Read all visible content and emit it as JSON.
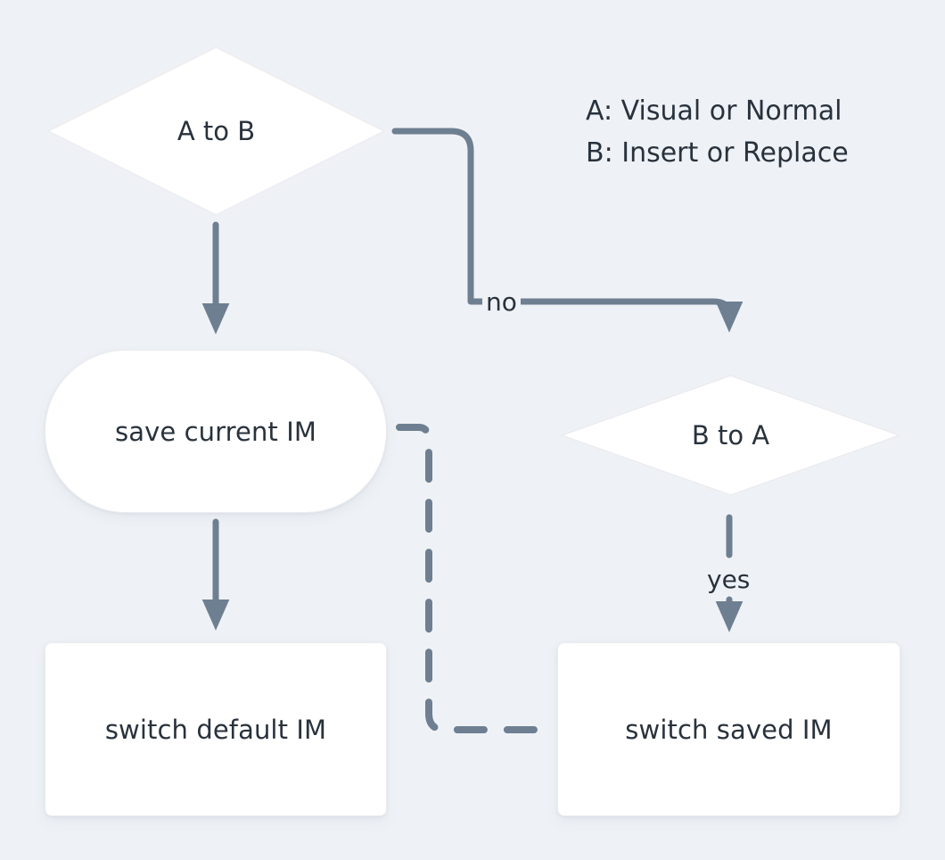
{
  "diagram": {
    "type": "flowchart",
    "background_color": "#eef2f6",
    "node_fill_color": "#ffffff",
    "text_color": "#29323c",
    "edge_color": "#6e7f91",
    "nodes": [
      {
        "id": "a-to-b",
        "label": "A to B",
        "shape": "diamond"
      },
      {
        "id": "save-current-im",
        "label": "save current IM",
        "shape": "stadium"
      },
      {
        "id": "switch-default-im",
        "label": "switch default IM",
        "shape": "rectangle"
      },
      {
        "id": "b-to-a",
        "label": "B to A",
        "shape": "diamond"
      },
      {
        "id": "switch-saved-im",
        "label": "switch saved IM",
        "shape": "rectangle"
      }
    ],
    "edges": [
      {
        "from": "a-to-b",
        "to": "save-current-im",
        "label": "",
        "style": "solid"
      },
      {
        "from": "a-to-b",
        "to": "b-to-a",
        "label": "no",
        "style": "solid"
      },
      {
        "from": "save-current-im",
        "to": "switch-default-im",
        "label": "",
        "style": "solid"
      },
      {
        "from": "save-current-im",
        "to": "switch-saved-im",
        "label": "",
        "style": "dashed"
      },
      {
        "from": "b-to-a",
        "to": "switch-saved-im",
        "label": "yes",
        "style": "solid"
      }
    ],
    "edge_labels": {
      "no": "no",
      "yes": "yes"
    },
    "legend": {
      "line_a": "A: Visual or Normal",
      "line_b": "B: Insert or Replace"
    }
  }
}
